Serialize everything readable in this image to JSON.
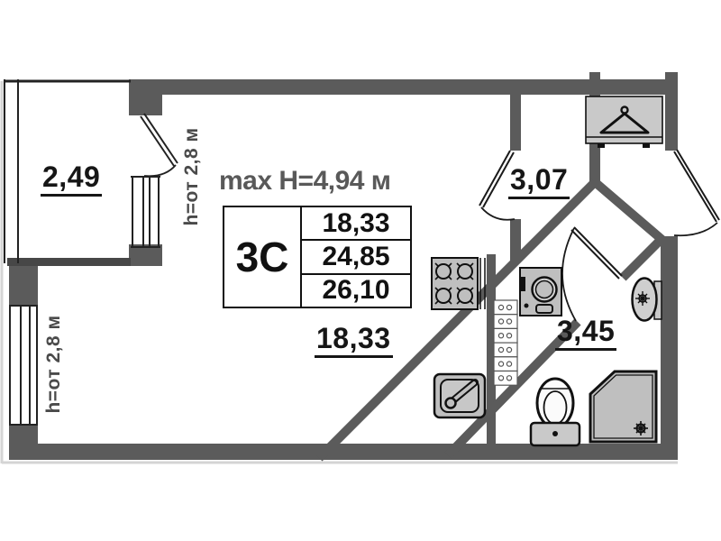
{
  "plan": {
    "title_note": "max H=4,94 м",
    "unit_table": {
      "type_label": "3С",
      "rows": [
        "18,33",
        "24,85",
        "26,10"
      ]
    },
    "rooms": {
      "balcony": {
        "area": "2,49"
      },
      "living_room": {
        "area": "18,33"
      },
      "hallway": {
        "area": "3,07"
      },
      "bathroom": {
        "area": "3,45"
      }
    },
    "height_notes": [
      "h=от 2,8 м",
      "h=от 2,8 м"
    ],
    "fixtures": [
      "wardrobe-hanger",
      "stove-4-burner",
      "washing-machine",
      "ventilation-shaft",
      "kitchen-sink",
      "toilet",
      "shower-tray",
      "wall-basin"
    ],
    "colors": {
      "wall": "#5b5b5b",
      "line": "#1a1a1a",
      "fixture_fill": "#c0c0c0",
      "title_text": "#595959",
      "label_text": "#161616",
      "height_note_text": "#4a4a4a",
      "background": "#ffffff"
    }
  }
}
